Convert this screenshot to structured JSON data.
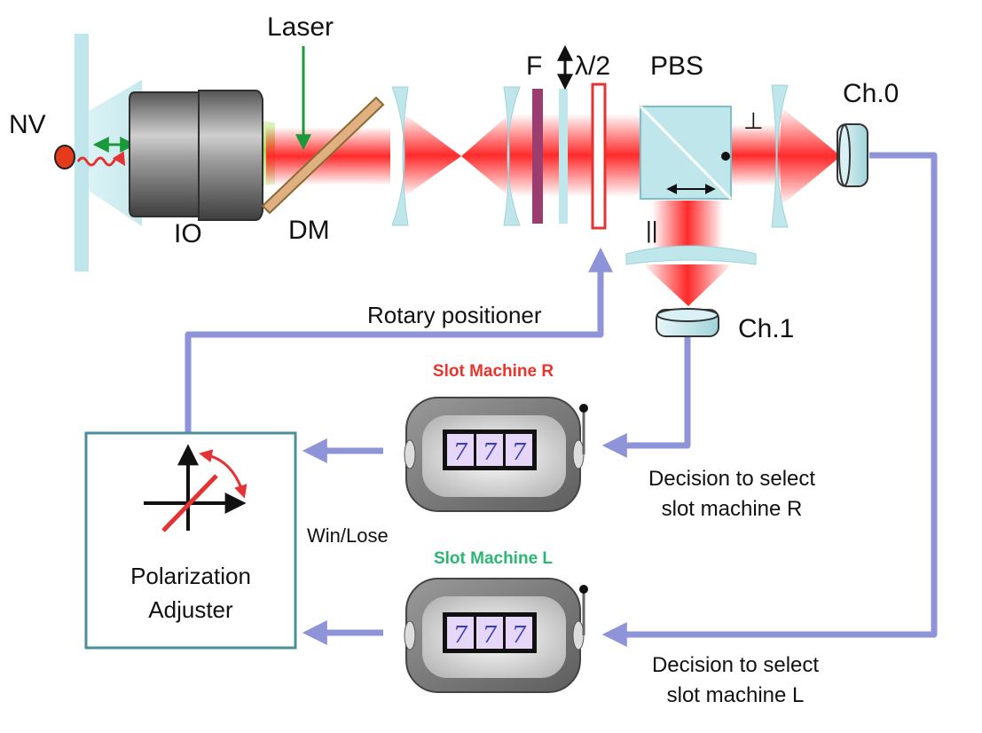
{
  "labels": {
    "nv": "NV",
    "io": "IO",
    "laser": "Laser",
    "dm": "DM",
    "filter": "F",
    "half_wave_plate": "λ/2",
    "pbs": "PBS",
    "perpendicular": "⊥",
    "parallel": "||",
    "ch0": "Ch.0",
    "ch1": "Ch.1",
    "rotary_positioner": "Rotary positioner",
    "slot_machine_r": "Slot Machine R",
    "slot_machine_l": "Slot Machine L",
    "win_lose": "Win/Lose",
    "polarization_adjuster_line1": "Polarization",
    "polarization_adjuster_line2": "Adjuster",
    "decision_r_line1": "Decision to select",
    "decision_r_line2": "slot machine R",
    "decision_l_line1": "Decision to select",
    "decision_l_line2": "slot machine L",
    "reel_symbol": "7"
  },
  "colors": {
    "signal_line": "#8f93d8",
    "laser_beam": "#ff2a2a",
    "optics": "#bfe6ea",
    "filter": "#9b3d6e",
    "slot_r_title": "#e8352c",
    "slot_l_title": "#2bb673",
    "adjuster_border": "#4a8f9a"
  }
}
